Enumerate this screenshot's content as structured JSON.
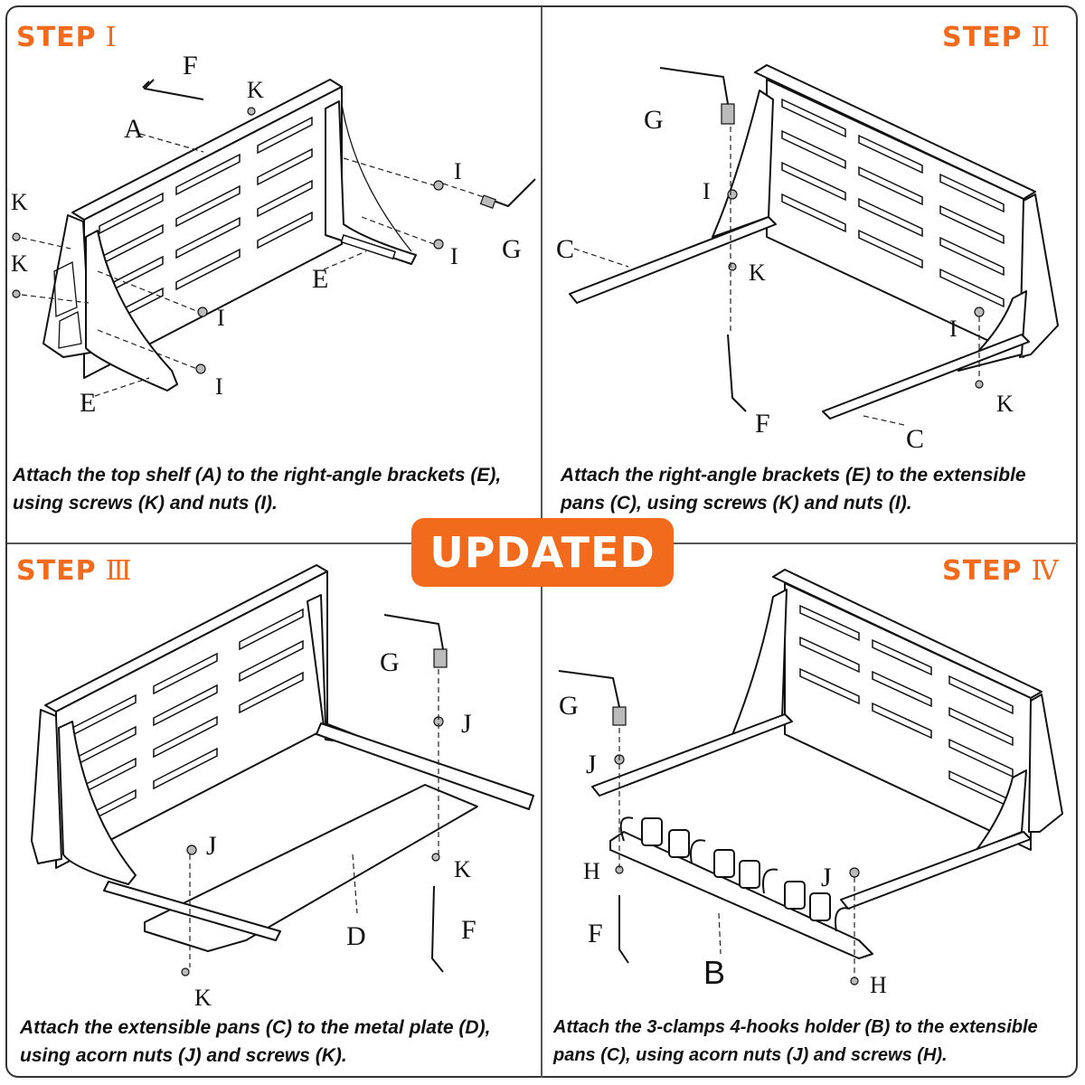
{
  "badge": "UPDATED",
  "steps": [
    {
      "word": "STEP",
      "numeral": "Ⅰ",
      "caption_line1": "Attach the top shelf (A) to the right-angle brackets (E),",
      "caption_line2": "using screws (K) and nuts (I).",
      "labels": {
        "F": "F",
        "K1": "K",
        "A": "A",
        "I1": "I",
        "K2": "K",
        "K3": "K",
        "G": "G",
        "I2": "I",
        "E1": "E",
        "I3": "I",
        "I4": "I",
        "E2": "E"
      }
    },
    {
      "word": "STEP",
      "numeral": "Ⅱ",
      "caption_line1": "Attach the right-angle brackets (E) to the extensible",
      "caption_line2": "pans (C), using screws (K) and nuts (I).",
      "labels": {
        "G": "G",
        "I1": "I",
        "C1": "C",
        "K1": "K",
        "I2": "I",
        "F": "F",
        "K2": "K",
        "C2": "C"
      }
    },
    {
      "word": "STEP",
      "numeral": "Ⅲ",
      "caption_line1": "Attach the extensible pans (C) to the metal plate (D),",
      "caption_line2": "using acorn nuts (J) and screws (K).",
      "labels": {
        "G": "G",
        "J1": "J",
        "J2": "J",
        "K1": "K",
        "D": "D",
        "F": "F",
        "K2": "K"
      }
    },
    {
      "word": "STEP",
      "numeral": "Ⅳ",
      "caption_line1": "Attach the 3-clamps 4-hooks holder (B) to the extensible",
      "caption_line2": "pans (C), using acorn nuts (J) and screws (H).",
      "labels": {
        "G": "G",
        "J1": "J",
        "H1": "H",
        "J2": "J",
        "F": "F",
        "B": "B",
        "H2": "H"
      }
    }
  ],
  "colors": {
    "accent": "#f26a1b",
    "line": "#111111",
    "frame": "#333333"
  }
}
